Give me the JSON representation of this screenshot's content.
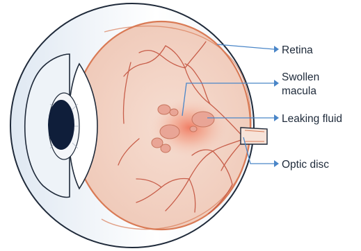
{
  "labels": {
    "retina": "Retina",
    "swollen_macula_line1": "Swollen",
    "swollen_macula_line2": "macula",
    "leaking_fluid": "Leaking fluid",
    "optic_disc": "Optic disc"
  },
  "colors": {
    "pointer_line": "#4a86c8",
    "eye_outline": "#1f2a3a",
    "sclera_fill": "#ffffff",
    "sclera_shadow": "#dfe8f2",
    "globe_fill": "#f3d5c7",
    "retina_line": "#d97a55",
    "vessel": "#c04a35",
    "macula_glow": "#ef7f66",
    "fluid_blob": "#e9a596",
    "pupil": "#0f1e3a",
    "text": "#1e2a3a"
  },
  "icons": {
    "pointer_head": "triangle-arrow-right"
  }
}
